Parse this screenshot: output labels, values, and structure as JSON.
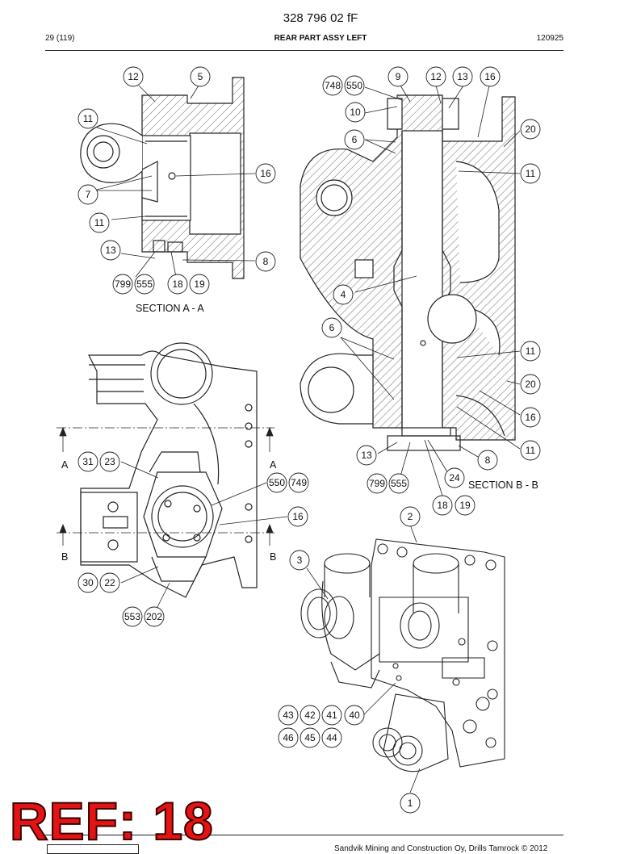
{
  "header": {
    "doc_number": "328 796 02 fF",
    "page": "29 (119)",
    "title": "REAR PART ASSY LEFT",
    "date_code": "120925"
  },
  "sections": {
    "aa_caption": "SECTION A - A",
    "bb_caption": "SECTION B - B",
    "mark_a": "A",
    "mark_b": "B"
  },
  "callouts": {
    "c1": "1",
    "c2": "2",
    "c3": "3",
    "c4": "4",
    "c5": "5",
    "c6": "6",
    "c7": "7",
    "c8": "8",
    "c9": "9",
    "c10": "10",
    "c11": "11",
    "c12": "12",
    "c13": "13",
    "c16": "16",
    "c18": "18",
    "c19": "19",
    "c20": "20",
    "c22": "22",
    "c23": "23",
    "c24": "24",
    "c30": "30",
    "c31": "31",
    "c40": "40",
    "c41": "41",
    "c42": "42",
    "c43": "43",
    "c44": "44",
    "c45": "45",
    "c46": "46",
    "c202": "202",
    "c550": "550",
    "c553": "553",
    "c555": "555",
    "c748": "748",
    "c749": "749",
    "c799": "799"
  },
  "stamp": "REF: 18",
  "footer": "Sandvik Mining and Construction Oy, Drills Tamrock © 2012"
}
